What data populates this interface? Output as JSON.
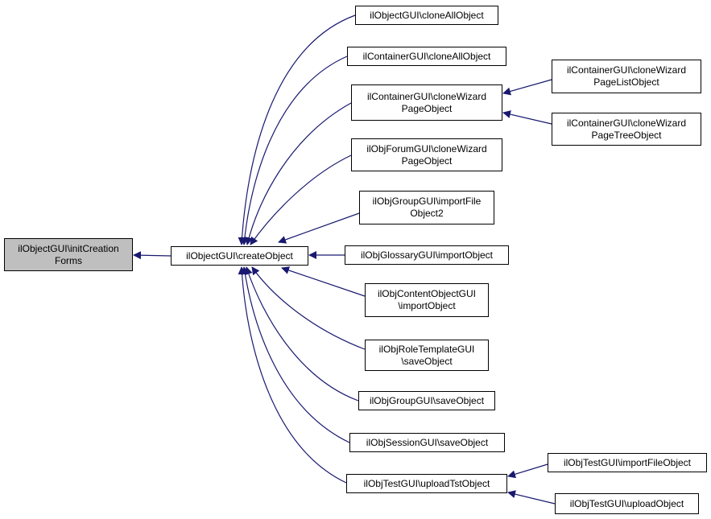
{
  "colors": {
    "edge": "#191970",
    "node_border": "#000000",
    "current_fill": "#bfbfbf",
    "node_fill": "#ffffff"
  },
  "nodes": {
    "init": [
      "ilObjectGUI\\initCreation",
      "Forms"
    ],
    "create": [
      "ilObjectGUI\\createObject"
    ],
    "clone_all_obj": [
      "ilObjectGUI\\cloneAllObject"
    ],
    "clone_all_cont": [
      "ilContainerGUI\\cloneAllObject"
    ],
    "clone_wiz_cont": [
      "ilContainerGUI\\cloneWizard",
      "PageObject"
    ],
    "clone_wiz_forum": [
      "ilObjForumGUI\\cloneWizard",
      "PageObject"
    ],
    "import_group": [
      "ilObjGroupGUI\\importFile",
      "Object2"
    ],
    "import_gloss": [
      "ilObjGlossaryGUI\\importObject"
    ],
    "import_content": [
      "ilObjContentObjectGUI",
      "\\importObject"
    ],
    "save_role": [
      "ilObjRoleTemplateGUI",
      "\\saveObject"
    ],
    "save_group": [
      "ilObjGroupGUI\\saveObject"
    ],
    "save_session": [
      "ilObjSessionGUI\\saveObject"
    ],
    "upload_tst": [
      "ilObjTestGUI\\uploadTstObject"
    ],
    "wiz_list": [
      "ilContainerGUI\\cloneWizard",
      "PageListObject"
    ],
    "wiz_tree": [
      "ilContainerGUI\\cloneWizard",
      "PageTreeObject"
    ],
    "test_import": [
      "ilObjTestGUI\\importFileObject"
    ],
    "test_upload": [
      "ilObjTestGUI\\uploadObject"
    ]
  }
}
